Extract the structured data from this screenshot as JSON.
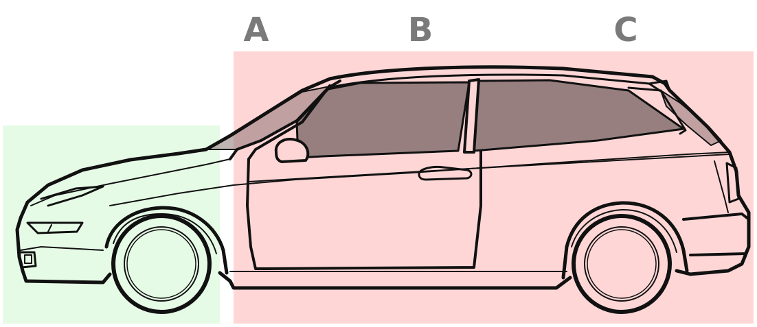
{
  "labels": {
    "a": "A",
    "b": "B",
    "c": "C"
  },
  "colors": {
    "front_zone": "#e6fbe6",
    "cabin_zone": "#ffd6d6",
    "glass": "#8c7575",
    "body_line": "#111111",
    "label": "#7a7a7a",
    "background": "#ffffff"
  }
}
